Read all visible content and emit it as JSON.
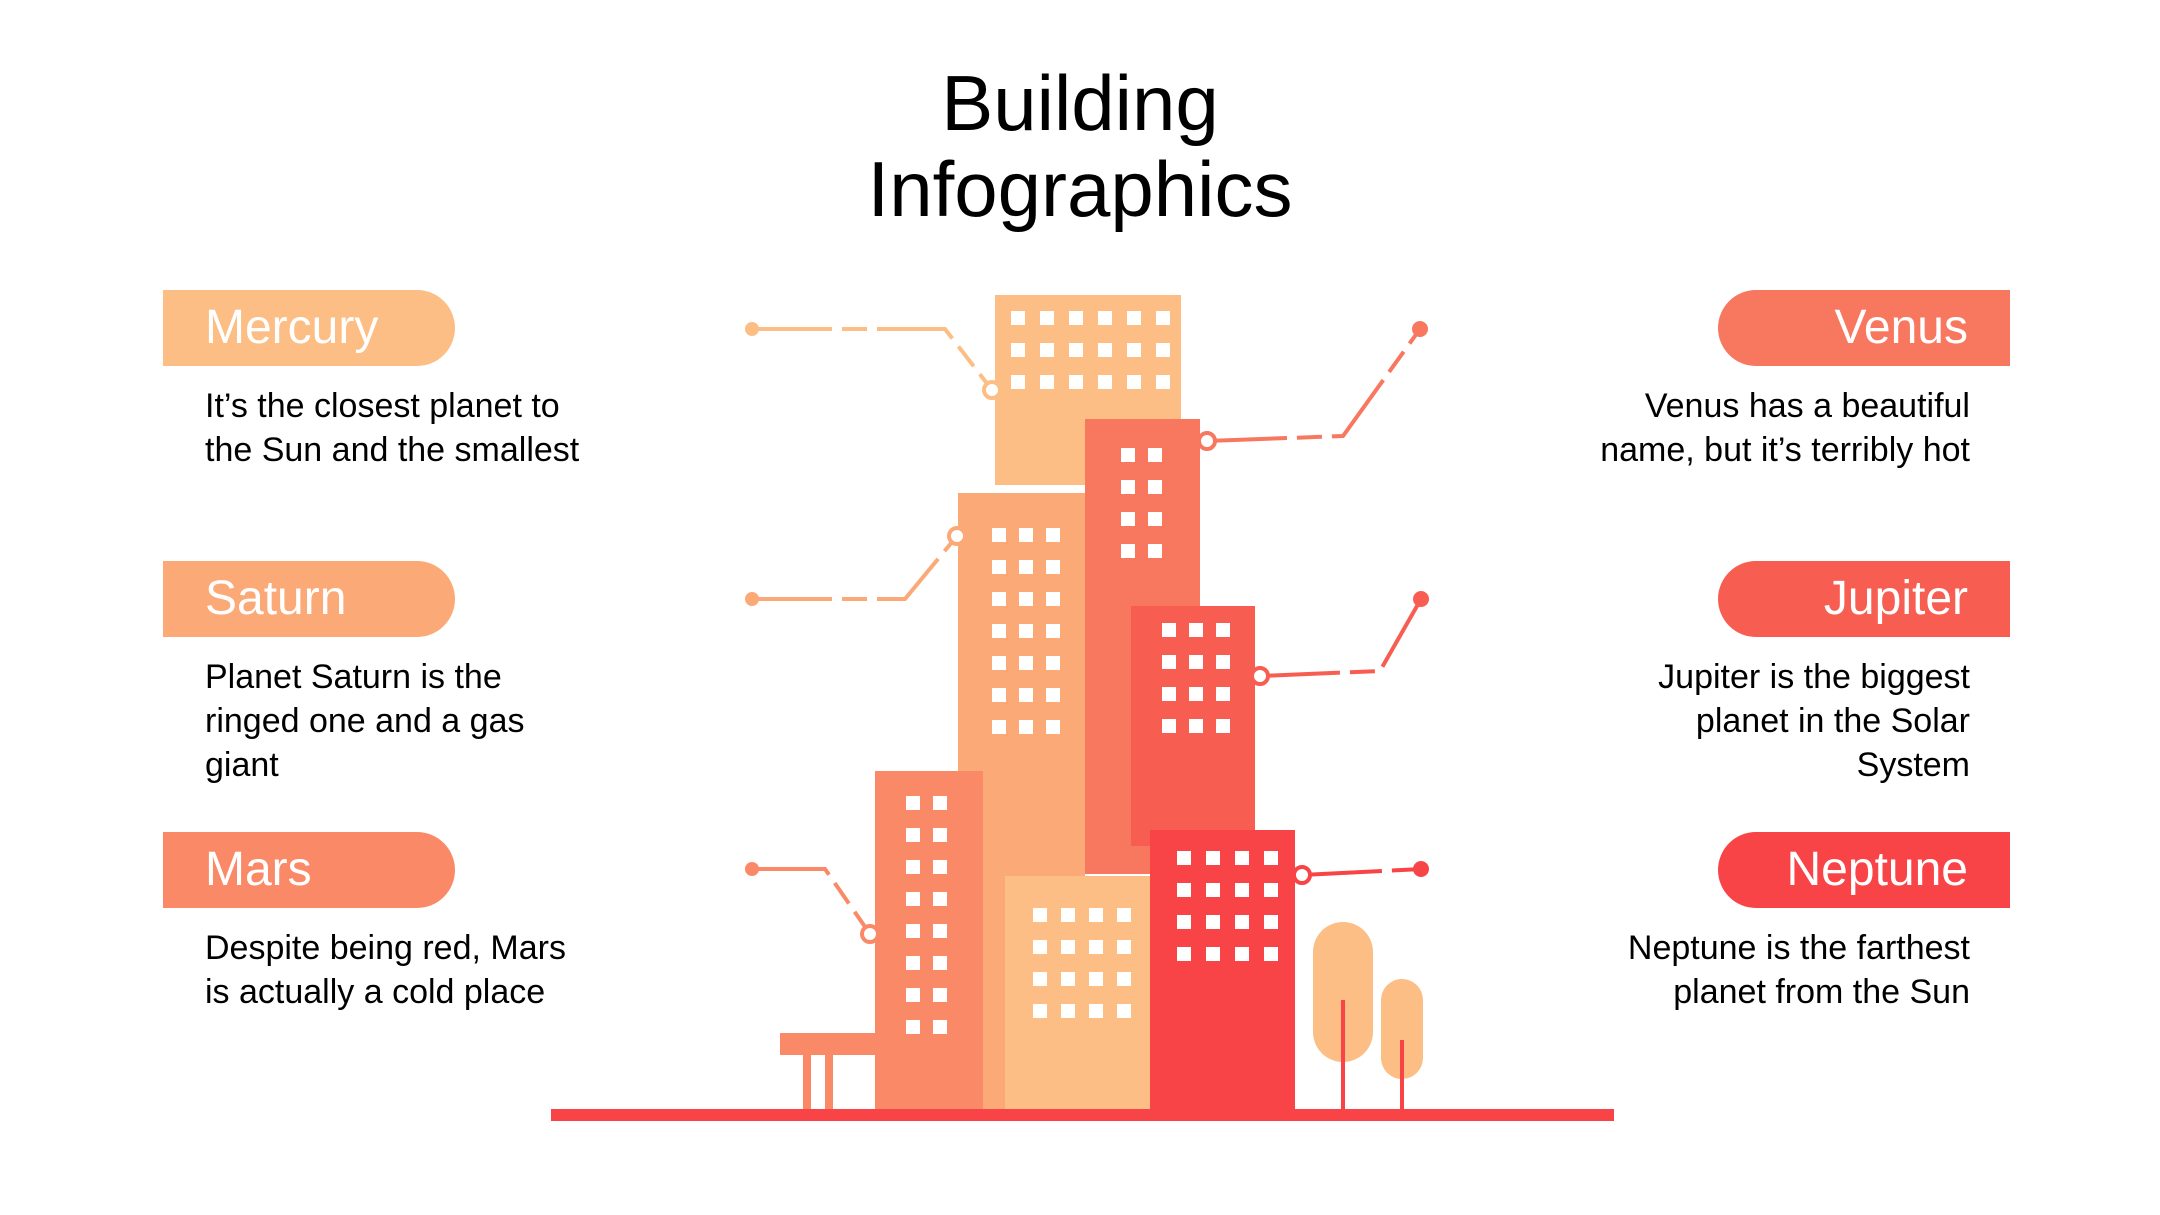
{
  "title": {
    "line1": "Building",
    "line2": "Infographics"
  },
  "colors": {
    "mercury": "#FCBE84",
    "saturn": "#FBA977",
    "mars": "#FA8A67",
    "venus": "#F8775F",
    "jupiter": "#F85D51",
    "neptune": "#F84446",
    "ground": "#F84446"
  },
  "left_items": [
    {
      "key": "mercury",
      "label": "Mercury",
      "desc": "It’s the closest planet to the Sun and the smallest"
    },
    {
      "key": "saturn",
      "label": "Saturn",
      "desc": "Planet Saturn is the ringed one and a gas giant"
    },
    {
      "key": "mars",
      "label": "Mars",
      "desc": "Despite being red, Mars is actually a cold place"
    }
  ],
  "right_items": [
    {
      "key": "venus",
      "label": "Venus",
      "desc": "Venus has a beautiful name, but it’s terribly hot"
    },
    {
      "key": "jupiter",
      "label": "Jupiter",
      "desc": "Jupiter is the biggest planet in the Solar System"
    },
    {
      "key": "neptune",
      "label": "Neptune",
      "desc": "Neptune is the farthest planet from the Sun"
    }
  ],
  "illustration": {
    "icon": "city-buildings-illustration",
    "trees_icon": "tree-icon",
    "bench_icon": "bench-icon"
  }
}
